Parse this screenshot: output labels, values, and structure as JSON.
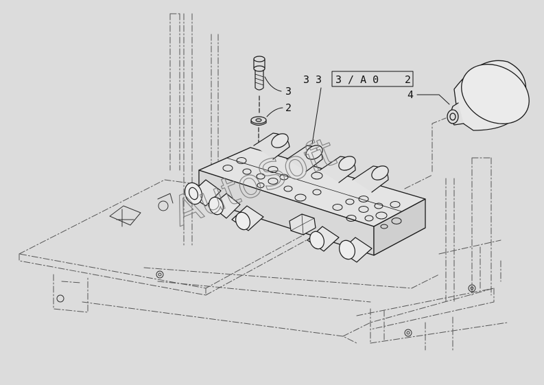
{
  "diagram": {
    "part_code": "3 3 3 / A 0 2",
    "part_code_prefix": "3 3",
    "part_code_boxed": "3 / A 0",
    "part_code_suffix": "2",
    "callouts": [
      {
        "id": "3",
        "part": "screw"
      },
      {
        "id": "2",
        "part": "washer"
      },
      {
        "id": "4",
        "part": "accumulator"
      }
    ],
    "watermark": "AutoSoft"
  }
}
